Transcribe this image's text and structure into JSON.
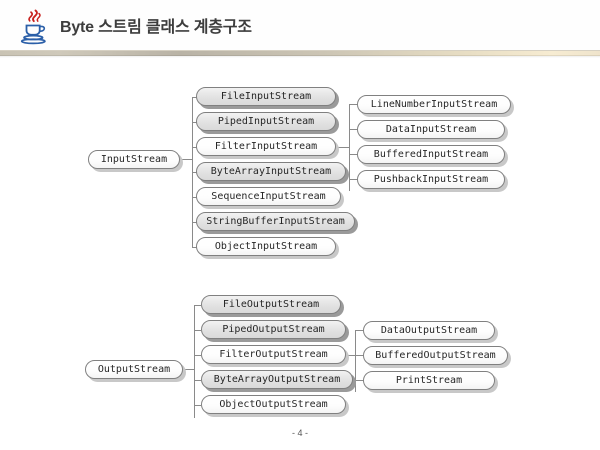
{
  "header": {
    "title": "Byte 스트림 클래스 계층구조",
    "logo_name": "java-coffee-cup-logo"
  },
  "footer": {
    "page_label": "- 4 -"
  },
  "colors": {
    "title_text": "#3d3d3d",
    "node_border": "#808080",
    "node_shaded_fill": "#e2e2e2",
    "node_plain_fill": "#ffffff",
    "connector": "#8a8a8a",
    "rule_gold": "#f7ecd2",
    "logo_steam": "#c9221f",
    "logo_cup": "#2b5fa8"
  },
  "diagram": {
    "groups": [
      {
        "id": "input-stream-hierarchy",
        "root": {
          "label": "InputStream",
          "style": "plain"
        },
        "children": [
          {
            "label": "FileInputStream",
            "style": "shaded"
          },
          {
            "label": "PipedInputStream",
            "style": "shaded"
          },
          {
            "label": "FilterInputStream",
            "style": "plain"
          },
          {
            "label": "ByteArrayInputStream",
            "style": "shaded"
          },
          {
            "label": "SequenceInputStream",
            "style": "plain"
          },
          {
            "label": "StringBufferInputStream",
            "style": "shaded"
          },
          {
            "label": "ObjectInputStream",
            "style": "plain"
          }
        ],
        "subtree_parent": "FilterInputStream",
        "grandchildren": [
          {
            "label": "LineNumberInputStream",
            "style": "plain"
          },
          {
            "label": "DataInputStream",
            "style": "plain"
          },
          {
            "label": "BufferedInputStream",
            "style": "plain"
          },
          {
            "label": "PushbackInputStream",
            "style": "plain"
          }
        ]
      },
      {
        "id": "output-stream-hierarchy",
        "root": {
          "label": "OutputStream",
          "style": "plain"
        },
        "children": [
          {
            "label": "FileOutputStream",
            "style": "shaded"
          },
          {
            "label": "PipedOutputStream",
            "style": "shaded"
          },
          {
            "label": "FilterOutputStream",
            "style": "plain"
          },
          {
            "label": "ByteArrayOutputStream",
            "style": "shaded"
          },
          {
            "label": "ObjectOutputStream",
            "style": "plain"
          }
        ],
        "subtree_parent": "FilterOutputStream",
        "grandchildren": [
          {
            "label": "DataOutputStream",
            "style": "plain"
          },
          {
            "label": "BufferedOutputStream",
            "style": "plain"
          },
          {
            "label": "PrintStream",
            "style": "plain"
          }
        ]
      }
    ]
  }
}
